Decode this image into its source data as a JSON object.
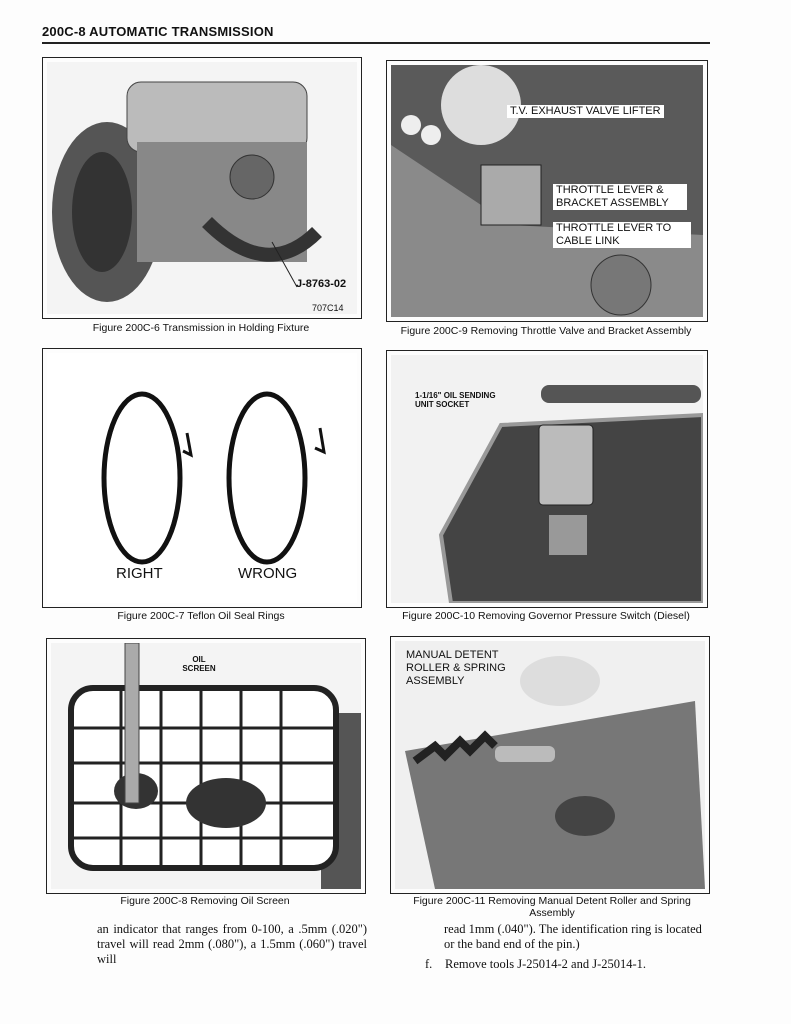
{
  "header": {
    "title": "200C-8  AUTOMATIC TRANSMISSION"
  },
  "figures": [
    {
      "caption": "Figure 200C-6 Transmission in Holding Fixture",
      "labels": [
        "J-8763-02",
        "707C14"
      ]
    },
    {
      "caption": "Figure 200C-9 Removing Throttle Valve and Bracket Assembly",
      "labels": [
        "T.V. EXHAUST VALVE LIFTER",
        "THROTTLE LEVER & BRACKET ASSEMBLY",
        "THROTTLE LEVER TO CABLE LINK"
      ]
    },
    {
      "caption": "Figure 200C-7 Teflon Oil Seal Rings",
      "labels": [
        "RIGHT",
        "WRONG"
      ]
    },
    {
      "caption": "Figure 200C-10 Removing Governor Pressure Switch (Diesel)",
      "labels": [
        "1-1/16\" OIL SENDING UNIT SOCKET"
      ]
    },
    {
      "caption": "Figure 200C-8 Removing Oil Screen",
      "labels": [
        "OIL SCREEN"
      ]
    },
    {
      "caption": "Figure 200C-11 Removing Manual Detent Roller and Spring Assembly",
      "labels": [
        "MANUAL DETENT ROLLER & SPRING ASSEMBLY"
      ]
    }
  ],
  "text": {
    "left": "an indicator that ranges from 0-100, a .5mm (.020\") travel will read 2mm (.080\"), a 1.5mm (.060\") travel will",
    "right": "read 1mm (.040\"). The identification ring is located or the band end of the pin.)",
    "step_marker": "f.",
    "step_text": "Remove tools J-25014-2 and J-25014-1."
  }
}
